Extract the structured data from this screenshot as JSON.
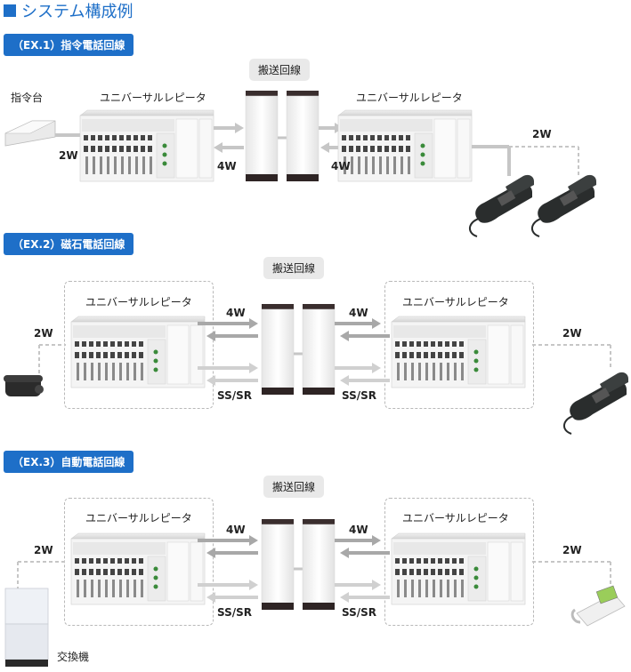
{
  "page_title": "システム構成例",
  "repeater_label": "ユニバーサルレピータ",
  "transmission_label": "搬送回線",
  "w2": "2W",
  "w4": "4W",
  "sssr": "SS/SR",
  "examples": [
    {
      "label": "（EX.1）指令電話回線",
      "terminal_label": "指令台"
    },
    {
      "label": "（EX.2）磁石電話回線"
    },
    {
      "label": "（EX.3）自動電話回線",
      "terminal_label": "交換機"
    }
  ]
}
